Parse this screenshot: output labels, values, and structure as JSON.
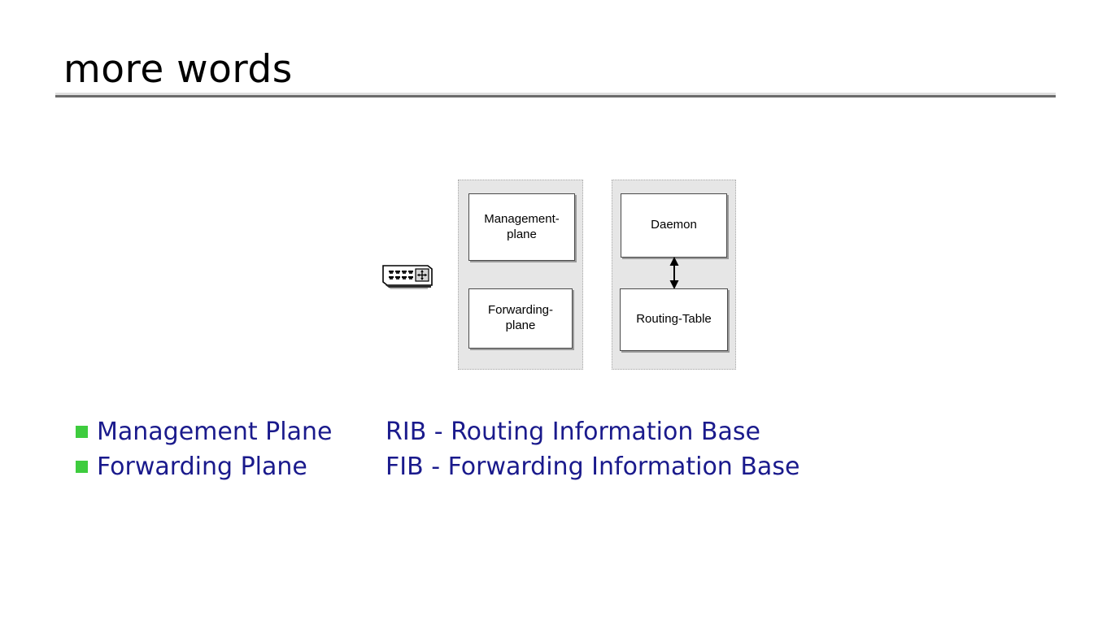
{
  "slide": {
    "title": "more words",
    "background_color": "#ffffff",
    "rule_color": "#6b6b6b",
    "accent_text_color": "#1a1a8c",
    "bullet_color": "#3ecc3e"
  },
  "device": {
    "icon_name": "network-switch-icon",
    "port_count": 8
  },
  "diagram": {
    "containers": [
      {
        "name": "router-planes",
        "boxes": [
          {
            "label": "Management-\nplane",
            "line1": "Management-",
            "line2": "plane"
          },
          {
            "label": "Forwarding-\nplane",
            "line1": "Forwarding-",
            "line2": "plane"
          }
        ]
      },
      {
        "name": "control-plane-internals",
        "boxes": [
          {
            "label": "Daemon",
            "line1": "Daemon",
            "line2": ""
          },
          {
            "label": "Routing-Table",
            "line1": "Routing-Table",
            "line2": ""
          }
        ],
        "connector": {
          "name": "double-headed-arrow",
          "from": "Daemon",
          "to": "Routing-Table",
          "direction": "bidirectional"
        }
      }
    ]
  },
  "bullets": [
    {
      "label": "Management Plane"
    },
    {
      "label": "Forwarding Plane"
    }
  ],
  "acronyms": [
    {
      "label": "RIB - Routing Information Base"
    },
    {
      "label": "FIB - Forwarding Information Base"
    }
  ]
}
